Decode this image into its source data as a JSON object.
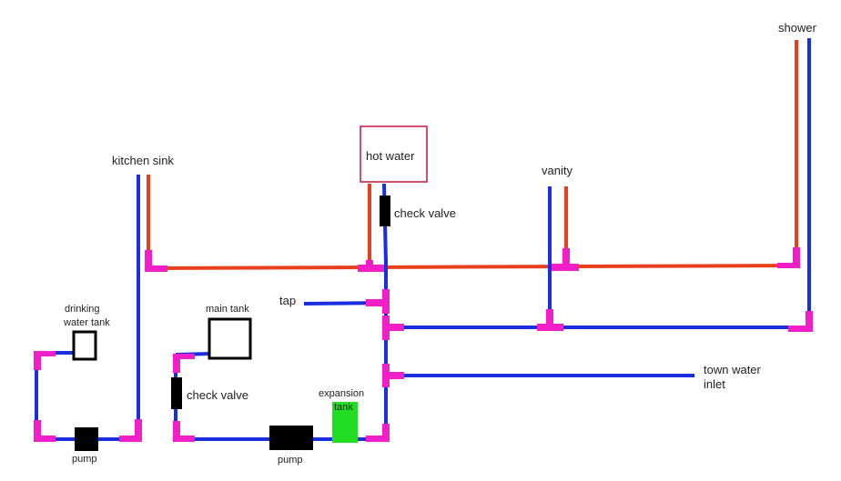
{
  "title": "Plumbing diagram",
  "colors": {
    "cold": "#1a2ee0",
    "hot": "#e8401c",
    "fitting": "#f21fc8",
    "component": "#000000",
    "expansion_tank": "#22dd22",
    "heater_border": "#c0183c"
  },
  "labels": {
    "shower": "shower",
    "kitchen_sink": "kitchen sink",
    "hot_water": "hot water",
    "check_valve_heater": "check valve",
    "vanity": "vanity",
    "tap": "tap",
    "drinking_water_tank_line1": "drinking",
    "drinking_water_tank_line2": "water tank",
    "main_tank": "main tank",
    "check_valve_main": "check valve",
    "expansion_line1": "expansion",
    "expansion_line2": "tank",
    "pump_left": "pump",
    "pump_main": "pump",
    "town_water_line1": "town water",
    "town_water_line2": "inlet"
  }
}
